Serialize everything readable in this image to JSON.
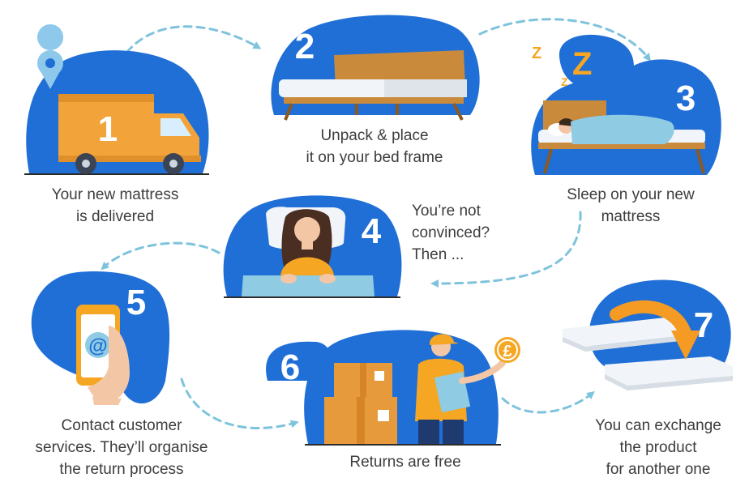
{
  "colors": {
    "blob_blue": "#1f6fd6",
    "mattress_white": "#f1f4f8",
    "wood_orange": "#c98a3c",
    "box_orange": "#e69a3c",
    "arrow_dash": "#7ec3dc",
    "exchange_arrow": "#f59b23",
    "text": "#3d3d3d"
  },
  "steps": [
    {
      "number": "1",
      "icon": "delivery-truck-icon",
      "caption": [
        "Your new mattress",
        "is delivered"
      ]
    },
    {
      "number": "2",
      "icon": "bed-frame-icon",
      "caption": [
        "Unpack & place",
        "it on your bed frame"
      ]
    },
    {
      "number": "3",
      "icon": "sleeping-person-icon",
      "caption": [
        "Sleep on your new",
        "mattress"
      ],
      "sleep_letters": [
        "Z",
        "Z",
        "Z",
        "Z"
      ]
    },
    {
      "number": "4",
      "icon": "unhappy-woman-icon",
      "caption": [
        "You’re not",
        "convinced?",
        "Then ..."
      ]
    },
    {
      "number": "5",
      "icon": "phone-email-icon",
      "caption": [
        "Contact customer",
        "services. They’ll organise",
        "the return process"
      ],
      "email_symbol": "@"
    },
    {
      "number": "6",
      "icon": "courier-boxes-icon",
      "caption": [
        "Returns are free"
      ],
      "coin_symbol": "£"
    },
    {
      "number": "7",
      "icon": "exchange-arrow-icon",
      "caption": [
        "You can exchange",
        "the product",
        "for another one"
      ]
    }
  ]
}
